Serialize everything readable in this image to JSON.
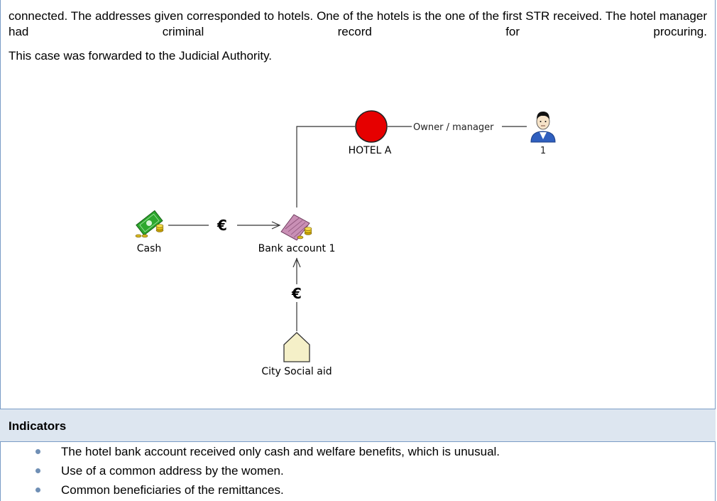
{
  "text": {
    "paragraph_1": "connected. The addresses given corresponded to hotels. One of the hotels is the one of the first STR received. The hotel manager had criminal record for procuring.",
    "paragraph_2": "This case was forwarded to the Judicial Authority."
  },
  "diagram": {
    "nodes": {
      "hotel": "HOTEL A",
      "person": "1",
      "cash": "Cash",
      "bank": "Bank account 1",
      "social": "City Social aid"
    },
    "edges": {
      "owner": "Owner / manager",
      "euro_cash": "€",
      "euro_social": "€"
    },
    "colors": {
      "hotel_node": "#e60000",
      "cash_node": "#2ea82e",
      "bank_node": "#c98fb5",
      "person_node": "#2f5fbf",
      "social_node": "#f5f0c8"
    }
  },
  "indicators": {
    "title": "Indicators",
    "items": [
      "The hotel bank account received only cash and welfare benefits, which is unusual.",
      "Use of a common address by the women.",
      "Common beneficiaries of the remittances."
    ]
  }
}
